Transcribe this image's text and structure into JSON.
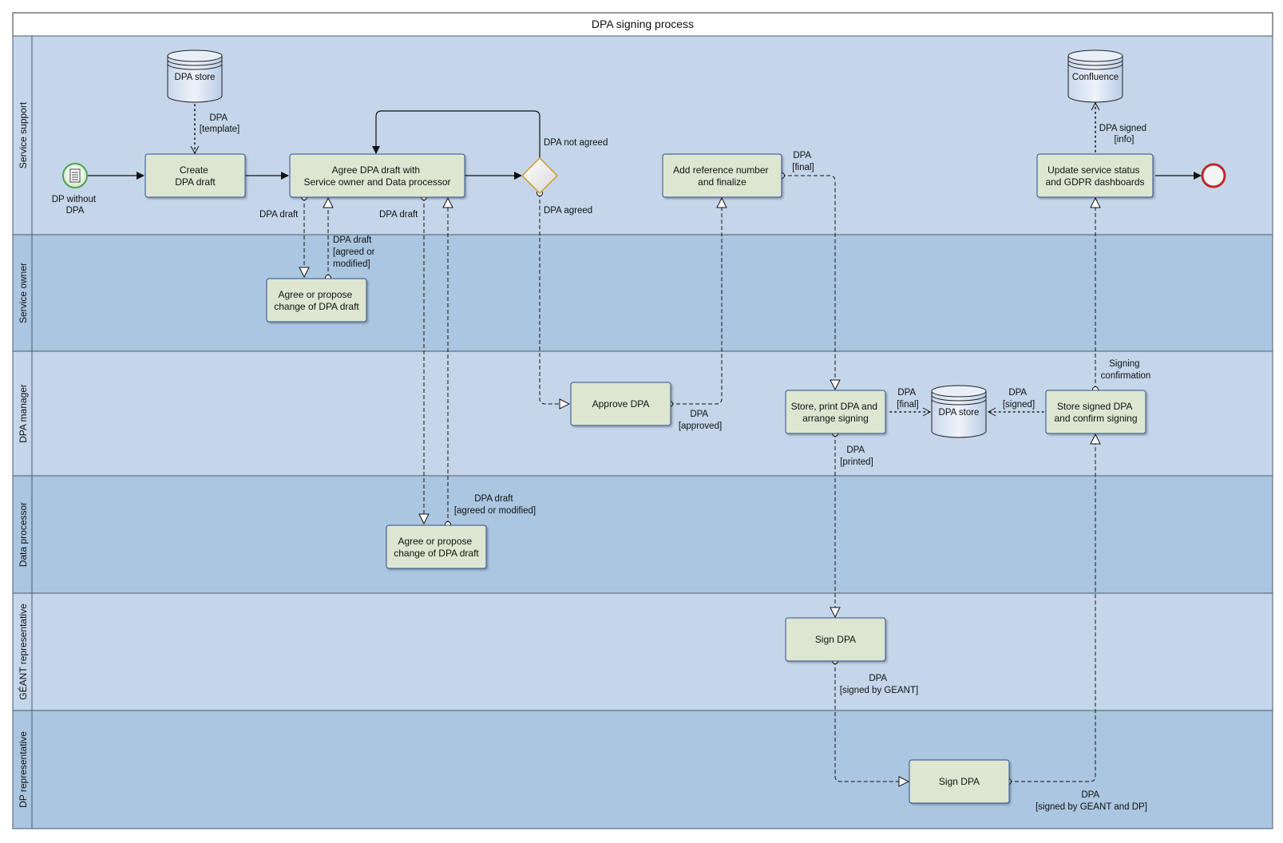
{
  "title": "DPA signing process",
  "lanes": [
    {
      "id": "service-support",
      "label": "Service support"
    },
    {
      "id": "service-owner",
      "label": "Service owner"
    },
    {
      "id": "dpa-manager",
      "label": "DPA manager"
    },
    {
      "id": "data-processor",
      "label": "Data processor"
    },
    {
      "id": "geant-representative",
      "label": "GÉANT representative"
    },
    {
      "id": "dp-representative",
      "label": "DP representative"
    }
  ],
  "start_event": {
    "label": [
      "DP without",
      "DPA"
    ]
  },
  "tasks": {
    "create_draft": [
      "Create",
      "DPA draft"
    ],
    "agree_draft": [
      "Agree DPA draft with",
      "Service owner and Data processor"
    ],
    "add_reference": [
      "Add reference number",
      "and finalize"
    ],
    "update_status": [
      "Update service status",
      "and GDPR dashboards"
    ],
    "owner_review": [
      "Agree or propose",
      "change of DPA draft"
    ],
    "processor_review": [
      "Agree or propose",
      "change of DPA draft"
    ],
    "approve": [
      "Approve DPA"
    ],
    "store_print": [
      "Store, print DPA and",
      "arrange signing"
    ],
    "store_signed": [
      "Store signed DPA",
      "and confirm signing"
    ],
    "geant_sign": [
      "Sign DPA"
    ],
    "dp_sign": [
      "Sign DPA"
    ]
  },
  "data_stores": {
    "dpa_store_top": "DPA store",
    "confluence": "Confluence",
    "dpa_store_mid": "DPA store"
  },
  "flow_labels": {
    "dpa_template": [
      "DPA",
      "[template]"
    ],
    "dpa_not_agreed": [
      "DPA not agreed"
    ],
    "dpa_agreed": [
      "DPA agreed"
    ],
    "dpa_final_top": [
      "DPA",
      "[final]"
    ],
    "dpa_signed_info": [
      "DPA signed",
      "[info]"
    ],
    "dpa_draft_owner": [
      "DPA draft"
    ],
    "dpa_draft_owner_back": [
      "DPA draft",
      "[agreed or",
      "modified]"
    ],
    "dpa_draft_processor": [
      "DPA draft"
    ],
    "dpa_approved": [
      "DPA",
      "[approved]"
    ],
    "dpa_final_mid": [
      "DPA",
      "[final]"
    ],
    "dpa_signed_mid": [
      "DPA",
      "[signed]"
    ],
    "signing_confirmation": [
      "Signing",
      "confirmation"
    ],
    "dpa_printed": [
      "DPA",
      "[printed]"
    ],
    "dpa_draft_processor_back": [
      "DPA draft",
      "[agreed or modified]"
    ],
    "dpa_signed_geant": [
      "DPA",
      "[signed by GEANT]"
    ],
    "dpa_signed_both": [
      "DPA",
      "[signed by GEANT and DP]"
    ]
  },
  "colors": {
    "lane_light": "#c5d6ea",
    "lane_dark": "#abc6e0",
    "task_fill": "#dde6d1",
    "task_stroke": "#2d4f8c",
    "line": "#111111",
    "gateway_stroke": "#d49a2a",
    "end_event": "#c0292b",
    "start_event": "#4aa34a"
  }
}
